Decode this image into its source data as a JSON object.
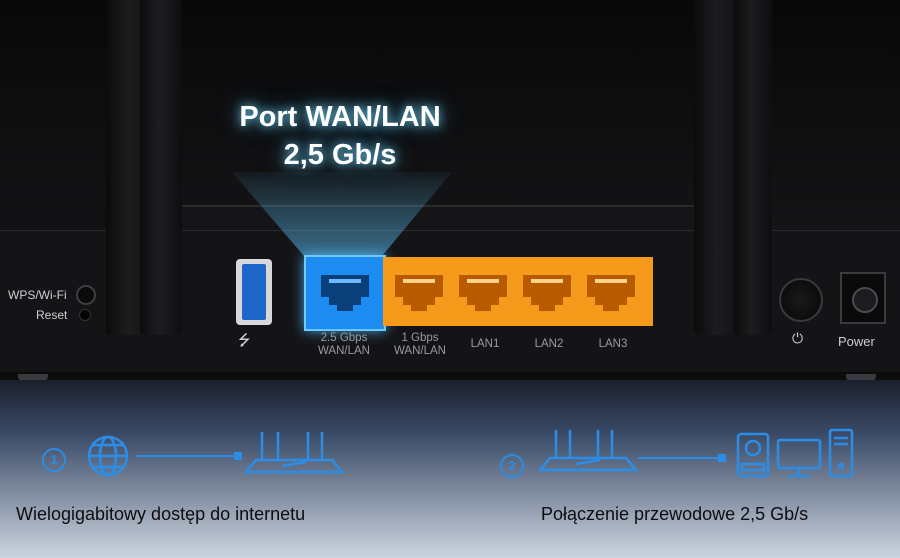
{
  "callout": {
    "line1": "Port WAN/LAN",
    "line2": "2,5 Gb/s"
  },
  "left_panel": {
    "wps_label": "WPS/Wi-Fi",
    "reset_label": "Reset"
  },
  "usb": {
    "icon": "usb-icon",
    "symbol": "⭍"
  },
  "ports": [
    {
      "line1": "2.5 Gbps",
      "line2": "WAN/LAN",
      "color": "#1d8cf0"
    },
    {
      "line1": "1 Gbps",
      "line2": "WAN/LAN",
      "color": "#f59a1a"
    },
    {
      "line1": "",
      "line2": "LAN1",
      "color": "#f59a1a"
    },
    {
      "line1": "",
      "line2": "LAN2",
      "color": "#f59a1a"
    },
    {
      "line1": "",
      "line2": "LAN3",
      "color": "#f59a1a"
    }
  ],
  "power": {
    "button_icon": "power-icon",
    "button_symbol": "⏻",
    "label": "Power"
  },
  "diagrams": [
    {
      "number": "1",
      "caption": "Wielogigabitowy dostęp do internetu"
    },
    {
      "number": "2",
      "caption": "Połączenie przewodowe 2,5 Gb/s"
    }
  ],
  "colors": {
    "accent_blue": "#2a8ee8",
    "port_orange": "#f59a1a",
    "port_blue": "#1d8cf0"
  }
}
